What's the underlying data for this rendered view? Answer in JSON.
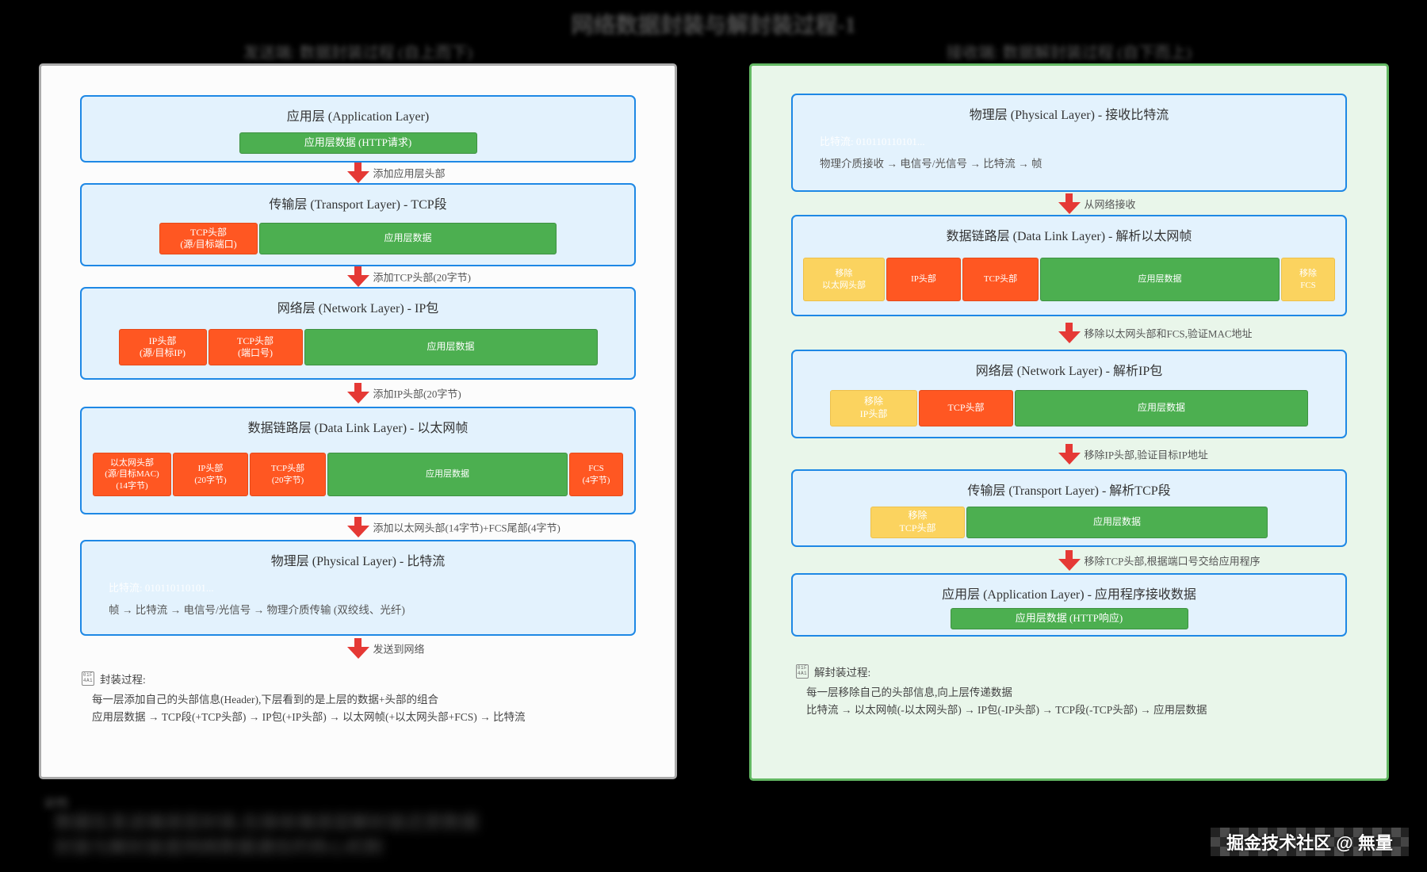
{
  "page": {
    "title": "网络数据封装与解封装过程-1",
    "watermark": "掘金技术社区 @ 無量",
    "blur_note": {
      "label": "说明:",
      "line1": "数据在发送端逐层封装,在接收端逐层解封装还原数据",
      "line2": "封装与解封装是网络数据通信的核心机制"
    }
  },
  "left": {
    "header": "发送端: 数据封装过程 (自上而下)",
    "boxes": [
      {
        "title": "应用层 (Application Layer)",
        "segments": [
          {
            "label": "应用层数据 (HTTP请求)",
            "kind": "green"
          }
        ]
      },
      {
        "title": "传输层 (Transport Layer) - TCP段",
        "segments": [
          {
            "label": "TCP头部\n(源/目标端口)",
            "kind": "orange"
          },
          {
            "label": "应用层数据",
            "kind": "green"
          }
        ]
      },
      {
        "title": "网络层 (Network Layer) - IP包",
        "segments": [
          {
            "label": "IP头部\n(源/目标IP)",
            "kind": "orange"
          },
          {
            "label": "TCP头部\n(端口号)",
            "kind": "orange"
          },
          {
            "label": "应用层数据",
            "kind": "green"
          }
        ]
      },
      {
        "title": "数据链路层 (Data Link Layer) - 以太网帧",
        "segments": [
          {
            "label": "以太网头部\n(源/目标MAC)\n(14字节)",
            "kind": "orange"
          },
          {
            "label": "IP头部\n(20字节)",
            "kind": "orange"
          },
          {
            "label": "TCP头部\n(20字节)",
            "kind": "orange"
          },
          {
            "label": "应用层数据",
            "kind": "green"
          },
          {
            "label": "FCS\n(4字节)",
            "kind": "orange"
          }
        ]
      },
      {
        "title": "物理层 (Physical Layer) - 比特流",
        "bitstream": "比特流: 010110110101...",
        "flow": "帧 → 比特流 → 电信号/光信号 → 物理介质传输 (双绞线、光纤)"
      }
    ],
    "arrows": [
      "添加应用层头部",
      "添加TCP头部(20字节)",
      "添加IP头部(20字节)",
      "添加以太网头部(14字节)+FCS尾部(4字节)",
      "发送到网络"
    ],
    "note": {
      "icon1": "01F",
      "icon2": "4A1",
      "title": "封装过程:",
      "line1": "每一层添加自己的头部信息(Header),下层看到的是上层的数据+头部的组合",
      "line2": "应用层数据 → TCP段(+TCP头部) → IP包(+IP头部) → 以太网帧(+以太网头部+FCS) → 比特流"
    }
  },
  "right": {
    "header": "接收端: 数据解封装过程 (自下而上)",
    "boxes": [
      {
        "title": "物理层 (Physical Layer) - 接收比特流",
        "bitstream": "比特流: 010110110101...",
        "flow": "物理介质接收 → 电信号/光信号 → 比特流 → 帧"
      },
      {
        "title": "数据链路层 (Data Link Layer) - 解析以太网帧",
        "segments": [
          {
            "label": "移除\n以太网头部",
            "kind": "yellow"
          },
          {
            "label": "IP头部",
            "kind": "orange"
          },
          {
            "label": "TCP头部",
            "kind": "orange"
          },
          {
            "label": "应用层数据",
            "kind": "green"
          },
          {
            "label": "移除\nFCS",
            "kind": "yellow"
          }
        ]
      },
      {
        "title": "网络层 (Network Layer) - 解析IP包",
        "segments": [
          {
            "label": "移除\nIP头部",
            "kind": "yellow"
          },
          {
            "label": "TCP头部",
            "kind": "orange"
          },
          {
            "label": "应用层数据",
            "kind": "green"
          }
        ]
      },
      {
        "title": "传输层 (Transport Layer) - 解析TCP段",
        "segments": [
          {
            "label": "移除\nTCP头部",
            "kind": "yellow"
          },
          {
            "label": "应用层数据",
            "kind": "green"
          }
        ]
      },
      {
        "title": "应用层 (Application Layer) - 应用程序接收数据",
        "segments": [
          {
            "label": "应用层数据 (HTTP响应)",
            "kind": "green"
          }
        ]
      }
    ],
    "arrows": [
      "从网络接收",
      "移除以太网头部和FCS,验证MAC地址",
      "移除IP头部,验证目标IP地址",
      "移除TCP头部,根据端口号交给应用程序"
    ],
    "note": {
      "icon1": "01F",
      "icon2": "4A1",
      "title": "解封装过程:",
      "line1": "每一层移除自己的头部信息,向上层传递数据",
      "line2": "比特流 → 以太网帧(-以太网头部) → IP包(-IP头部) → TCP段(-TCP头部) → 应用层数据"
    }
  },
  "colors": {
    "background": "#000000",
    "left_panel_bg": "#fcfcfc",
    "right_panel_bg": "#e9f6ea",
    "right_panel_border": "#63b863",
    "layer_box_bg": "#e3f2fd",
    "layer_box_border": "#1e88e5",
    "data_green": "#4caf50",
    "header_orange": "#ff5722",
    "removed_yellow": "#fbd35f",
    "arrow_red": "#e53935"
  }
}
